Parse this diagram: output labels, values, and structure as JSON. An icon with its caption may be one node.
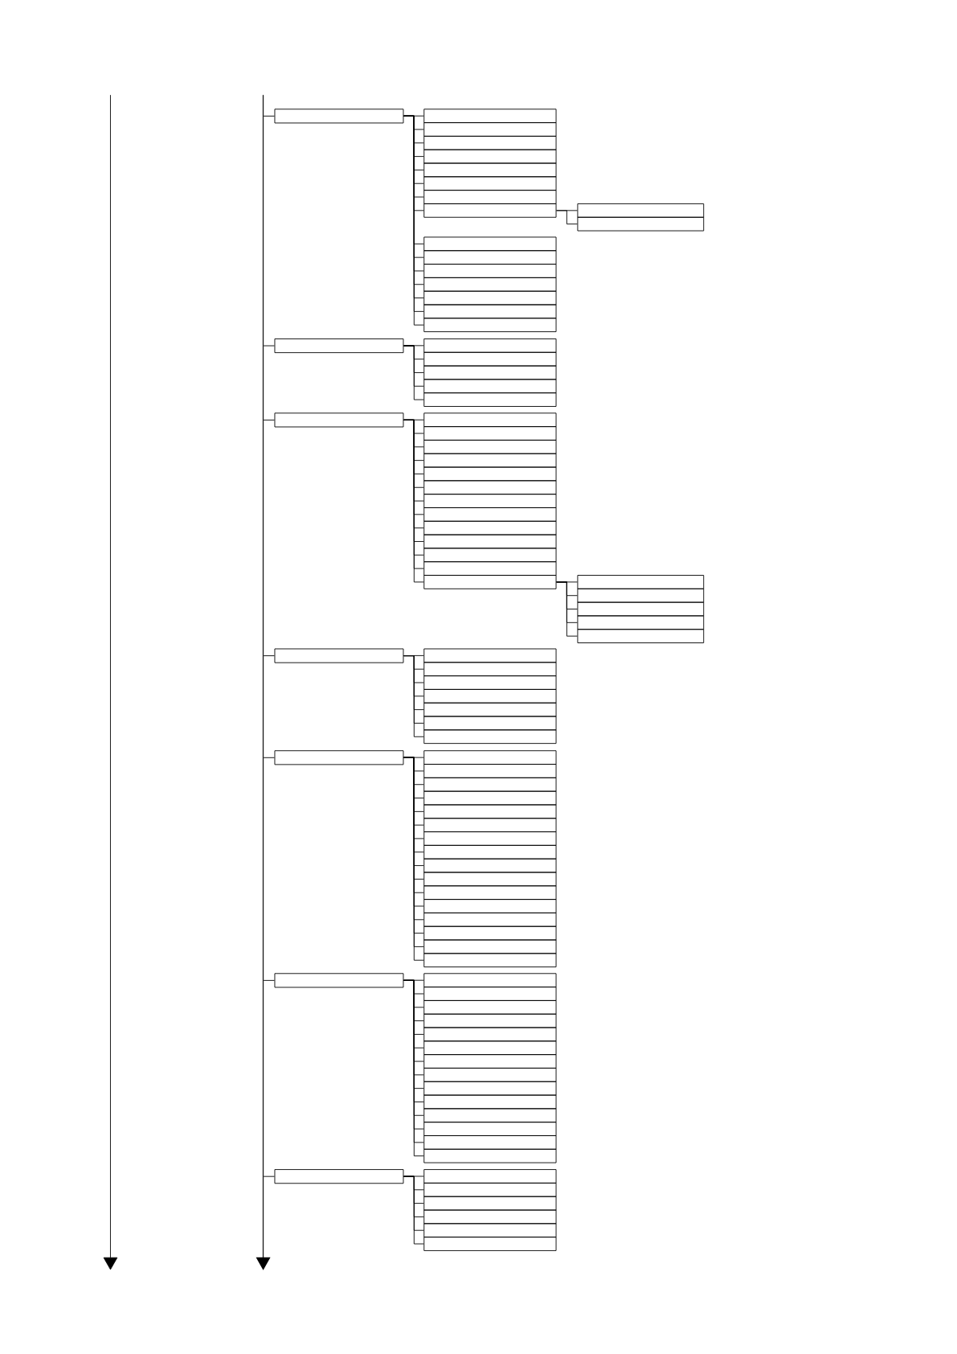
{
  "diagram": {
    "nodes": [
      {
        "text": [],
        "shape": "box"
      },
      {
        "text": [],
        "shape": "box"
      },
      {
        "text": [],
        "shape": "box"
      },
      {
        "text": [],
        "shape": "box"
      },
      {
        "text": [],
        "shape": "box"
      },
      {
        "text": [],
        "shape": "box"
      },
      {
        "text": [],
        "shape": "box"
      },
      {
        "text": [],
        "shape": "box"
      },
      {
        "text": [],
        "shape": "box"
      },
      {
        "text": [],
        "shape": "box"
      },
      {
        "text": [],
        "shape": "box"
      },
      {
        "text": [],
        "shape": "box"
      },
      {
        "text": [],
        "shape": "box"
      },
      {
        "text": [],
        "shape": "box"
      },
      {
        "text": [],
        "shape": "box"
      },
      {
        "text": [],
        "shape": "box"
      },
      {
        "text": [],
        "shape": "box"
      },
      {
        "text": [],
        "shape": "box"
      },
      {
        "text": [],
        "shape": "box"
      },
      {
        "text": [],
        "shape": "box"
      },
      {
        "text": [],
        "shape": "box"
      },
      {
        "text": [],
        "shape": "box"
      },
      {
        "text": [],
        "shape": "box"
      },
      {
        "text": [],
        "shape": "box"
      },
      {
        "text": [],
        "shape": "box"
      },
      {
        "text": [],
        "shape": "box"
      },
      {
        "text": [],
        "shape": "box"
      },
      {
        "text": [],
        "shape": "box"
      },
      {
        "text": [],
        "shape": "box"
      },
      {
        "text": [],
        "shape": "box"
      },
      {
        "text": [],
        "shape": "box"
      },
      {
        "text": [],
        "shape": "box"
      },
      {
        "text": [],
        "shape": "box"
      },
      {
        "text": [],
        "shape": "box"
      },
      {
        "text": [],
        "shape": "box"
      },
      {
        "text": [],
        "shape": "box"
      },
      {
        "text": [],
        "shape": "box"
      },
      {
        "text": [],
        "shape": "box"
      },
      {
        "text": [],
        "shape": "box"
      },
      {
        "text": [],
        "shape": "box"
      },
      {
        "text": [],
        "shape": "box"
      },
      {
        "text": [],
        "shape": "box"
      },
      {
        "text": [],
        "shape": "box"
      },
      {
        "text": [],
        "shape": "box"
      },
      {
        "text": [],
        "shape": "box"
      },
      {
        "text": [],
        "shape": "box"
      },
      {
        "text": [],
        "shape": "box"
      },
      {
        "text": [],
        "shape": "box"
      },
      {
        "text": [],
        "shape": "box"
      },
      {
        "text": [],
        "shape": "box"
      },
      {
        "text": [],
        "shape": "box"
      },
      {
        "text": [],
        "shape": "box"
      },
      {
        "text": [],
        "shape": "box"
      },
      {
        "text": [],
        "shape": "box"
      },
      {
        "text": [],
        "shape": "box"
      },
      {
        "text": [],
        "shape": "box"
      },
      {
        "text": [],
        "shape": "box"
      },
      {
        "text": [],
        "shape": "box"
      },
      {
        "text": [],
        "shape": "box"
      },
      {
        "text": [],
        "shape": "box"
      },
      {
        "text": [],
        "shape": "box"
      },
      {
        "text": [],
        "shape": "box"
      },
      {
        "text": [],
        "shape": "box"
      },
      {
        "text": [],
        "shape": "box"
      },
      {
        "text": [],
        "shape": "box"
      },
      {
        "text": [],
        "shape": "box"
      },
      {
        "text": [],
        "shape": "box"
      },
      {
        "text": [],
        "shape": "box"
      },
      {
        "text": [],
        "shape": "box"
      },
      {
        "text": [],
        "shape": "box"
      },
      {
        "text": [],
        "shape": "box"
      },
      {
        "text": [],
        "shape": "box"
      },
      {
        "text": [],
        "shape": "box"
      },
      {
        "text": [],
        "shape": "box"
      },
      {
        "text": [],
        "shape": "box"
      },
      {
        "text": [],
        "shape": "box"
      },
      {
        "text": [],
        "shape": "box"
      },
      {
        "text": [],
        "shape": "box"
      },
      {
        "text": [],
        "shape": "box"
      },
      {
        "text": [],
        "shape": "box"
      },
      {
        "text": [],
        "shape": "box"
      },
      {
        "text": [],
        "shape": "box"
      },
      {
        "text": [],
        "shape": "box"
      },
      {
        "text": [],
        "shape": "box"
      },
      {
        "text": [],
        "shape": "box"
      },
      {
        "text": [],
        "shape": "box"
      },
      {
        "text": [],
        "shape": "box"
      },
      {
        "text": [],
        "shape": "box"
      },
      {
        "text": [],
        "shape": "box"
      },
      {
        "text": [],
        "shape": "box"
      },
      {
        "text": [],
        "shape": "bar"
      }
    ],
    "edges": [
      {
        "from": 0,
        "to": 1,
        "arrow": "none"
      },
      {
        "from": 0,
        "to": 2,
        "arrow": "none"
      },
      {
        "from": 0,
        "to": 3,
        "arrow": "none"
      },
      {
        "from": 0,
        "to": 4,
        "arrow": "none"
      },
      {
        "from": 0,
        "to": 5,
        "arrow": "none"
      },
      {
        "from": 0,
        "to": 6,
        "arrow": "none"
      },
      {
        "from": 0,
        "to": 7,
        "arrow": "none"
      },
      {
        "from": 0,
        "to": 8,
        "arrow": "none"
      },
      {
        "from": 8,
        "to": 9,
        "arrow": "none"
      },
      {
        "from": 8,
        "to": 10,
        "arrow": "none"
      },
      {
        "from": 0,
        "to": 11,
        "arrow": "none"
      },
      {
        "from": 0,
        "to": 12,
        "arrow": "none"
      },
      {
        "from": 0,
        "to": 13,
        "arrow": "none"
      },
      {
        "from": 0,
        "to": 14,
        "arrow": "none"
      },
      {
        "from": 0,
        "to": 15,
        "arrow": "none"
      },
      {
        "from": 0,
        "to": 16,
        "arrow": "none"
      },
      {
        "from": 0,
        "to": 17,
        "arrow": "none"
      },
      {
        "from": 18,
        "to": 19,
        "arrow": "none"
      },
      {
        "from": 18,
        "to": 20,
        "arrow": "none"
      },
      {
        "from": 18,
        "to": 21,
        "arrow": "none"
      },
      {
        "from": 18,
        "to": 22,
        "arrow": "none"
      },
      {
        "from": 18,
        "to": 23,
        "arrow": "none"
      },
      {
        "from": 24,
        "to": 25,
        "arrow": "none"
      },
      {
        "from": 24,
        "to": 26,
        "arrow": "none"
      },
      {
        "from": 24,
        "to": 27,
        "arrow": "none"
      },
      {
        "from": 24,
        "to": 28,
        "arrow": "none"
      },
      {
        "from": 24,
        "to": 29,
        "arrow": "none"
      },
      {
        "from": 24,
        "to": 30,
        "arrow": "none"
      },
      {
        "from": 24,
        "to": 31,
        "arrow": "none"
      },
      {
        "from": 24,
        "to": 32,
        "arrow": "none"
      },
      {
        "from": 24,
        "to": 33,
        "arrow": "none"
      },
      {
        "from": 24,
        "to": 34,
        "arrow": "none"
      },
      {
        "from": 24,
        "to": 35,
        "arrow": "none"
      },
      {
        "from": 24,
        "to": 36,
        "arrow": "none"
      },
      {
        "from": 24,
        "to": 37,
        "arrow": "none"
      },
      {
        "from": 37,
        "to": 38,
        "arrow": "none"
      },
      {
        "from": 37,
        "to": 39,
        "arrow": "none"
      },
      {
        "from": 37,
        "to": 40,
        "arrow": "none"
      },
      {
        "from": 37,
        "to": 41,
        "arrow": "none"
      },
      {
        "from": 37,
        "to": 42,
        "arrow": "none"
      },
      {
        "from": 43,
        "to": 44,
        "arrow": "none"
      },
      {
        "from": 43,
        "to": 45,
        "arrow": "none"
      },
      {
        "from": 43,
        "to": 46,
        "arrow": "none"
      },
      {
        "from": 43,
        "to": 47,
        "arrow": "none"
      },
      {
        "from": 43,
        "to": 48,
        "arrow": "none"
      },
      {
        "from": 43,
        "to": 49,
        "arrow": "none"
      },
      {
        "from": 43,
        "to": 50,
        "arrow": "none"
      },
      {
        "from": 51,
        "to": 52,
        "arrow": "none"
      },
      {
        "from": 51,
        "to": 53,
        "arrow": "none"
      },
      {
        "from": 51,
        "to": 54,
        "arrow": "none"
      },
      {
        "from": 51,
        "to": 55,
        "arrow": "none"
      },
      {
        "from": 51,
        "to": 56,
        "arrow": "none"
      },
      {
        "from": 51,
        "to": 57,
        "arrow": "none"
      },
      {
        "from": 51,
        "to": 58,
        "arrow": "none"
      },
      {
        "from": 51,
        "to": 59,
        "arrow": "none"
      },
      {
        "from": 51,
        "to": 60,
        "arrow": "none"
      },
      {
        "from": 51,
        "to": 61,
        "arrow": "none"
      },
      {
        "from": 51,
        "to": 62,
        "arrow": "none"
      },
      {
        "from": 51,
        "to": 63,
        "arrow": "none"
      },
      {
        "from": 51,
        "to": 64,
        "arrow": "none"
      },
      {
        "from": 51,
        "to": 65,
        "arrow": "none"
      },
      {
        "from": 51,
        "to": 66,
        "arrow": "none"
      },
      {
        "from": 51,
        "to": 67,
        "arrow": "none"
      },
      {
        "from": 68,
        "to": 69,
        "arrow": "none"
      },
      {
        "from": 68,
        "to": 70,
        "arrow": "none"
      },
      {
        "from": 68,
        "to": 71,
        "arrow": "none"
      },
      {
        "from": 68,
        "to": 72,
        "arrow": "none"
      },
      {
        "from": 68,
        "to": 73,
        "arrow": "none"
      },
      {
        "from": 68,
        "to": 74,
        "arrow": "none"
      },
      {
        "from": 68,
        "to": 75,
        "arrow": "none"
      },
      {
        "from": 68,
        "to": 76,
        "arrow": "none"
      },
      {
        "from": 68,
        "to": 77,
        "arrow": "none"
      },
      {
        "from": 68,
        "to": 78,
        "arrow": "none"
      },
      {
        "from": 68,
        "to": 79,
        "arrow": "none"
      },
      {
        "from": 68,
        "to": 80,
        "arrow": "none"
      },
      {
        "from": 68,
        "to": 81,
        "arrow": "none"
      },
      {
        "from": 68,
        "to": 82,
        "arrow": "none"
      },
      {
        "from": 83,
        "to": 84,
        "arrow": "none"
      },
      {
        "from": 83,
        "to": 85,
        "arrow": "none"
      },
      {
        "from": 83,
        "to": 86,
        "arrow": "none"
      },
      {
        "from": 83,
        "to": 87,
        "arrow": "none"
      },
      {
        "from": 83,
        "to": 88,
        "arrow": "none"
      },
      {
        "from": 83,
        "to": 89,
        "arrow": "none"
      },
      {
        "from": 90,
        "to": 0,
        "arrow": "none"
      },
      {
        "from": 90,
        "to": 18,
        "arrow": "none"
      },
      {
        "from": 90,
        "to": 24,
        "arrow": "none"
      },
      {
        "from": 90,
        "to": 43,
        "arrow": "none"
      },
      {
        "from": 90,
        "to": 51,
        "arrow": "none"
      },
      {
        "from": 90,
        "to": 68,
        "arrow": "none"
      },
      {
        "from": 90,
        "to": 83,
        "arrow": "none"
      }
    ]
  }
}
